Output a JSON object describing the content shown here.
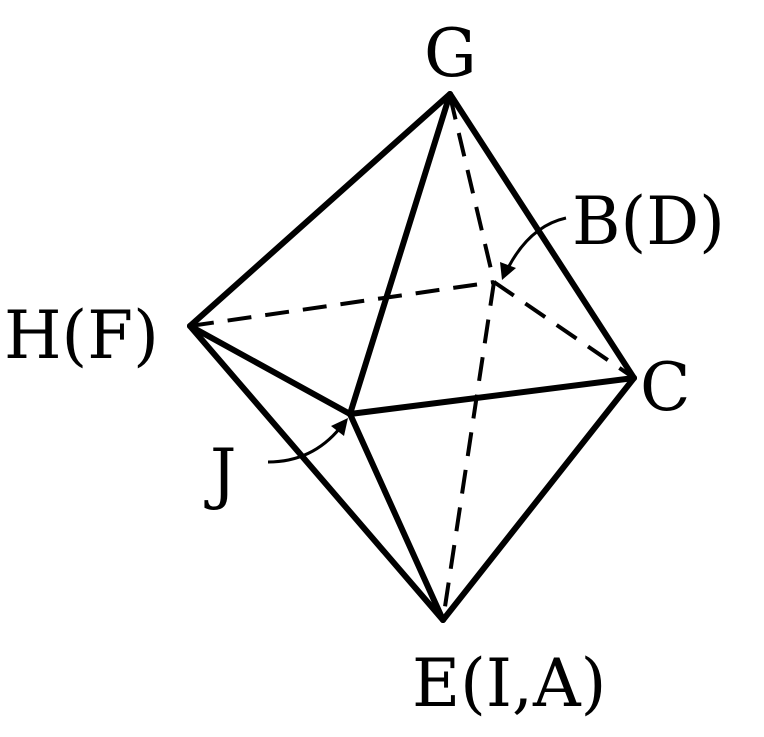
{
  "figure": {
    "type": "octahedron-net-folding",
    "vertices": {
      "G": "G",
      "BD": "B(D)",
      "HF": "H(F)",
      "C": "C",
      "J": "J",
      "EIA": "E(I,A)"
    },
    "colors": {
      "line": "#000000",
      "background": "#ffffff"
    }
  }
}
